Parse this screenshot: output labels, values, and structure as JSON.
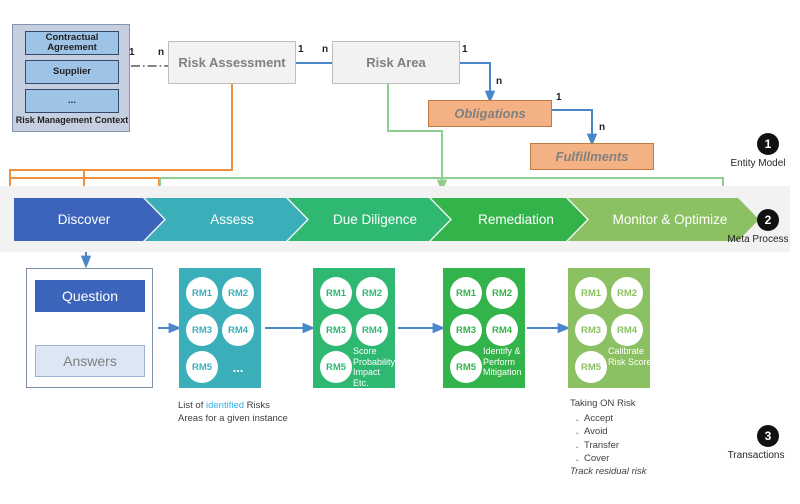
{
  "entity_model": {
    "context_panel": {
      "caption": "Risk Management Context",
      "items": [
        "Contractual Agreement",
        "Supplier",
        "..."
      ]
    },
    "boxes": {
      "risk_assessment": "Risk Assessment",
      "risk_area": "Risk Area",
      "obligations": "Obligations",
      "fulfillments": "Fulfillments"
    },
    "cardinalities": {
      "ctx_to_ra_left": "1",
      "ctx_to_ra_right": "n",
      "ra_to_area_left": "1",
      "ra_to_area_right": "n",
      "area_to_obl_from": "1",
      "area_to_obl_to": "n",
      "obl_to_ful_from": "1",
      "obl_to_ful_to": "n"
    }
  },
  "meta_process": {
    "stages": [
      {
        "label": "Discover",
        "color": "#3b64ba"
      },
      {
        "label": "Assess",
        "color": "#3aafba"
      },
      {
        "label": "Due Diligence",
        "color": "#2eb872"
      },
      {
        "label": "Remediation",
        "color": "#32b44a"
      },
      {
        "label": "Monitor & Optimize",
        "color": "#8cc163"
      }
    ]
  },
  "transactions": {
    "qa_panel": {
      "question_label": "Question",
      "answers_label": "Answers"
    },
    "stages": [
      {
        "name": "discover-stage",
        "color": "#3aafba",
        "bubbles": [
          "RM1",
          "RM2",
          "RM3",
          "RM4",
          "RM5",
          "..."
        ],
        "note": ""
      },
      {
        "name": "assess-stage",
        "color": "#2eb872",
        "bubbles": [
          "RM1",
          "RM2",
          "RM3",
          "RM4",
          "RM5"
        ],
        "note": "Score Probability Impact Etc."
      },
      {
        "name": "remediation-stage",
        "color": "#32b44a",
        "bubbles": [
          "RM1",
          "RM2",
          "RM3",
          "RM4",
          "RM5"
        ],
        "note": "Identify & Perform Mitigation"
      },
      {
        "name": "monitor-stage",
        "color": "#8cc163",
        "bubbles": [
          "RM1",
          "RM2",
          "RM3",
          "RM4",
          "RM5"
        ],
        "note": "Calibrate Risk Score"
      }
    ],
    "notes": {
      "identified_prefix": "List of ",
      "identified_highlight": "identified",
      "identified_suffix": " Risks",
      "identified_line2": "Areas for a given instance",
      "taking_title": "Taking ON Risk",
      "taking_items": [
        "Accept",
        "Avoid",
        "Transfer",
        "Cover"
      ],
      "taking_footer": "Track residual risk"
    }
  },
  "markers": [
    {
      "number": "1",
      "label": "Entity Model"
    },
    {
      "number": "2",
      "label": "Meta Process"
    },
    {
      "number": "3",
      "label": "Transactions"
    }
  ],
  "colors": {
    "blue_connector": "#4a87c9",
    "orange_bracket": "#ed9141",
    "green_bracket": "#8fce8f",
    "band_bg": "#f2f2f2",
    "entity_fill": "#f2f2f2",
    "orange_fill": "#f4b183",
    "context_fill": "#c5cfe0",
    "context_item_fill": "#9dc3e6",
    "highlight": "#35b1e8"
  }
}
